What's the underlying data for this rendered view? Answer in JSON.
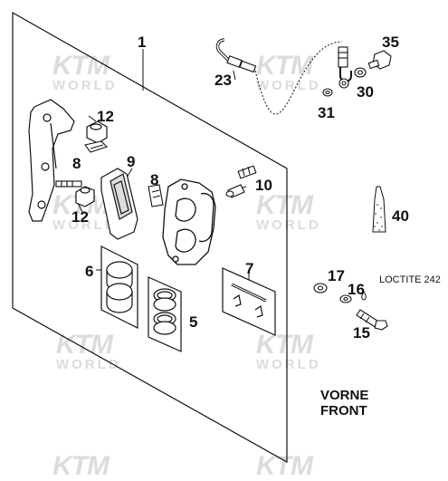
{
  "watermark": {
    "brand": "KTM",
    "sub": "WORLD",
    "brand_color": "#d9d9d9"
  },
  "callouts": [
    "1",
    "5",
    "6",
    "7",
    "8",
    "8",
    "9",
    "10",
    "12",
    "12",
    "15",
    "16",
    "17",
    "23",
    "30",
    "31",
    "35",
    "40"
  ],
  "note": "LOCTITE 242",
  "front": {
    "line1": "VORNE",
    "line2": "FRONT"
  },
  "colors": {
    "ink": "#111111",
    "panel": "#ffffff",
    "watermark": "#dcdcdc"
  }
}
